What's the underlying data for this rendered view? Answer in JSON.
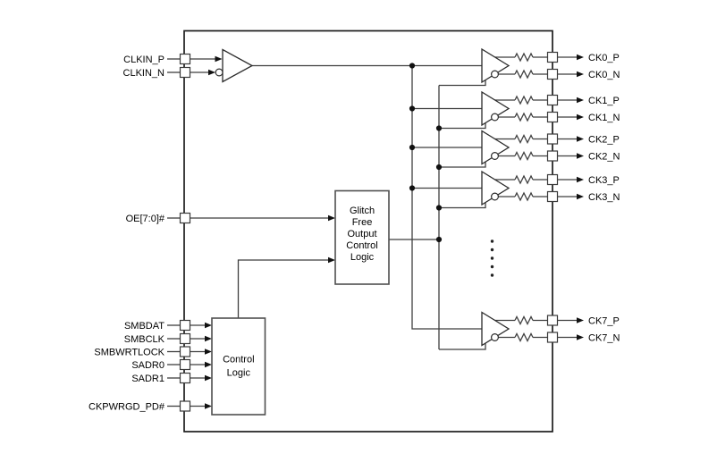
{
  "figure": {
    "background": "#ffffff",
    "wire_color": "#3f3f3f",
    "border_color": "#1c1c1c",
    "text_color": "#000000",
    "input_pins": [
      {
        "label": "CLKIN_P"
      },
      {
        "label": "CLKIN_N"
      },
      {
        "label": "OE[7:0]#"
      },
      {
        "label": "SMBDAT"
      },
      {
        "label": "SMBCLK"
      },
      {
        "label": "SMBWRTLOCK"
      },
      {
        "label": "SADR0"
      },
      {
        "label": "SADR1"
      },
      {
        "label": "CKPWRGD_PD#"
      }
    ],
    "output_pins": [
      {
        "label": "CK0_P"
      },
      {
        "label": "CK0_N"
      },
      {
        "label": "CK1_P"
      },
      {
        "label": "CK1_N"
      },
      {
        "label": "CK2_P"
      },
      {
        "label": "CK2_N"
      },
      {
        "label": "CK3_P"
      },
      {
        "label": "CK3_N"
      },
      {
        "label": "CK7_P"
      },
      {
        "label": "CK7_N"
      }
    ],
    "blocks": {
      "glitch_free": {
        "lines": [
          "Glitch",
          "Free",
          "Output",
          "Control",
          "Logic"
        ]
      },
      "control_logic": {
        "lines": [
          "Control",
          "Logic"
        ]
      }
    }
  }
}
